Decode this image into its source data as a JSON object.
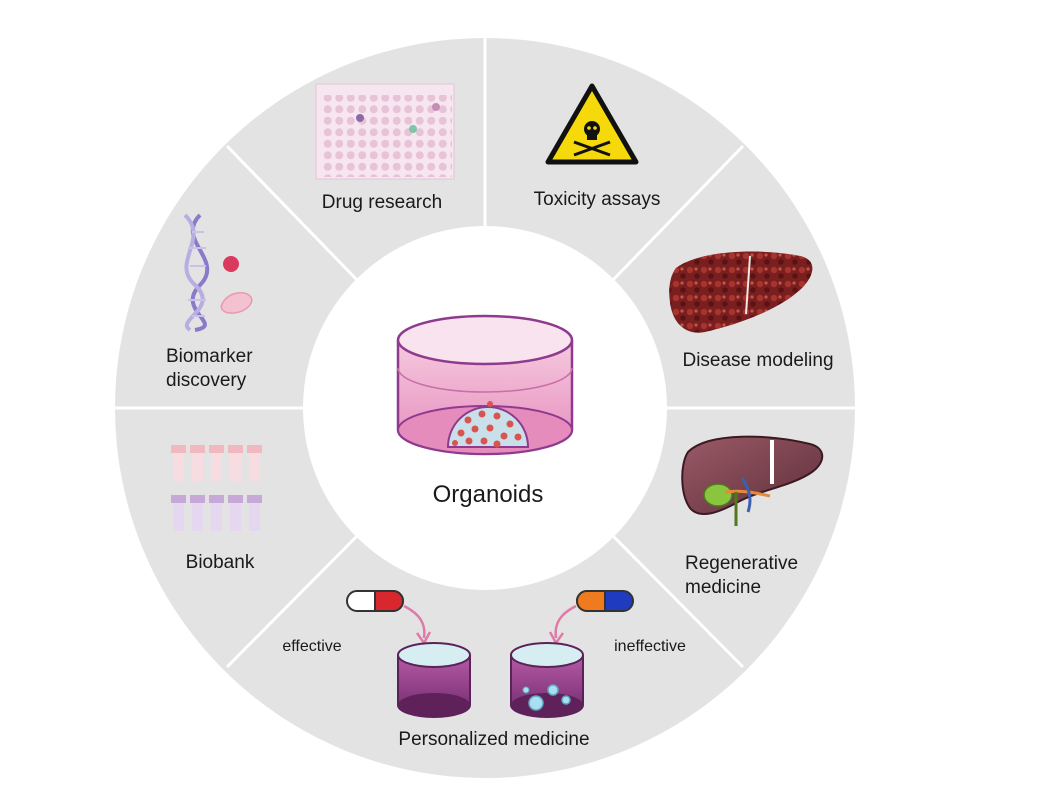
{
  "center": {
    "label": "Organoids"
  },
  "segments": {
    "drug_research": "Drug research",
    "toxicity_assays": "Toxicity assays",
    "disease_modeling": "Disease modeling",
    "regenerative_medicine": [
      "Regenerative",
      "medicine"
    ],
    "personalized_medicine": "Personalized medicine",
    "biobank": "Biobank",
    "biomarker_discovery": [
      "Biomarker",
      "discovery"
    ]
  },
  "personalized": {
    "effective": "effective",
    "ineffective": "ineffective"
  },
  "colors": {
    "ring": "#e3e3e3",
    "divider": "#ffffff",
    "center": "#ffffff",
    "dish_pink": "#e98fc0",
    "organoid": "#c9e0ea",
    "organoid_dots": "#d9534f",
    "liver": "#7a1f1f",
    "purple": "#8e3a8e"
  }
}
